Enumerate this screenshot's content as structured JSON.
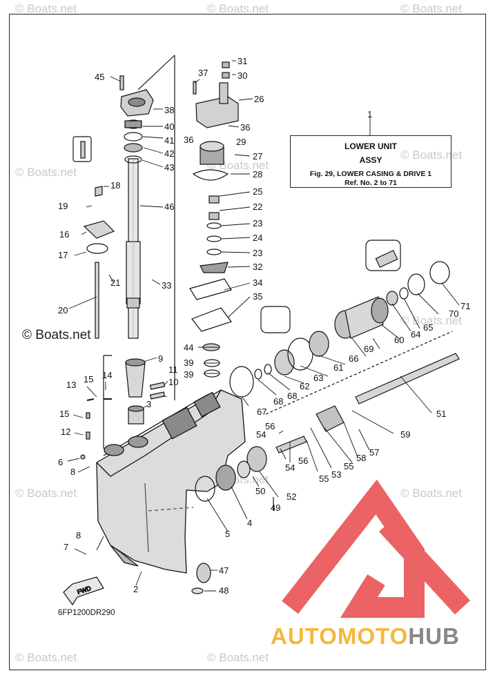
{
  "info_box": {
    "ref": "1",
    "title": "LOWER UNIT",
    "subtitle": "ASSY",
    "figure": "Fig. 29, LOWER CASING & DRIVE 1",
    "ref_range": "Ref. No. 2 to 71"
  },
  "diagram_code": "6FP1200DR290",
  "watermark": "© Boats.net",
  "logo": {
    "text_1": "AUTOMOTO",
    "text_2": "HUB"
  },
  "fwd_label": "FWD",
  "callouts": [
    "45",
    "38",
    "40",
    "41",
    "42",
    "43",
    "46",
    "18",
    "19",
    "16",
    "17",
    "21",
    "33",
    "20",
    "31",
    "30",
    "37",
    "26",
    "36",
    "36",
    "29",
    "27",
    "28",
    "25",
    "22",
    "23",
    "24",
    "23",
    "32",
    "34",
    "35",
    "44",
    "39",
    "39",
    "9",
    "11",
    "10",
    "3",
    "13",
    "15",
    "14",
    "15",
    "12",
    "6",
    "8",
    "8",
    "7",
    "2",
    "47",
    "48",
    "5",
    "4",
    "50",
    "49",
    "52",
    "56",
    "54",
    "54",
    "56",
    "55",
    "53",
    "55",
    "58",
    "57",
    "59",
    "51",
    "67",
    "68",
    "68",
    "62",
    "63",
    "61",
    "66",
    "69",
    "60",
    "64",
    "65",
    "70",
    "71"
  ],
  "colors": {
    "line": "#111111",
    "casing_fill": "#d8d8d8",
    "logo_red": "#e8484a",
    "logo_yellow": "#f5b73b",
    "logo_gray": "#888888"
  }
}
